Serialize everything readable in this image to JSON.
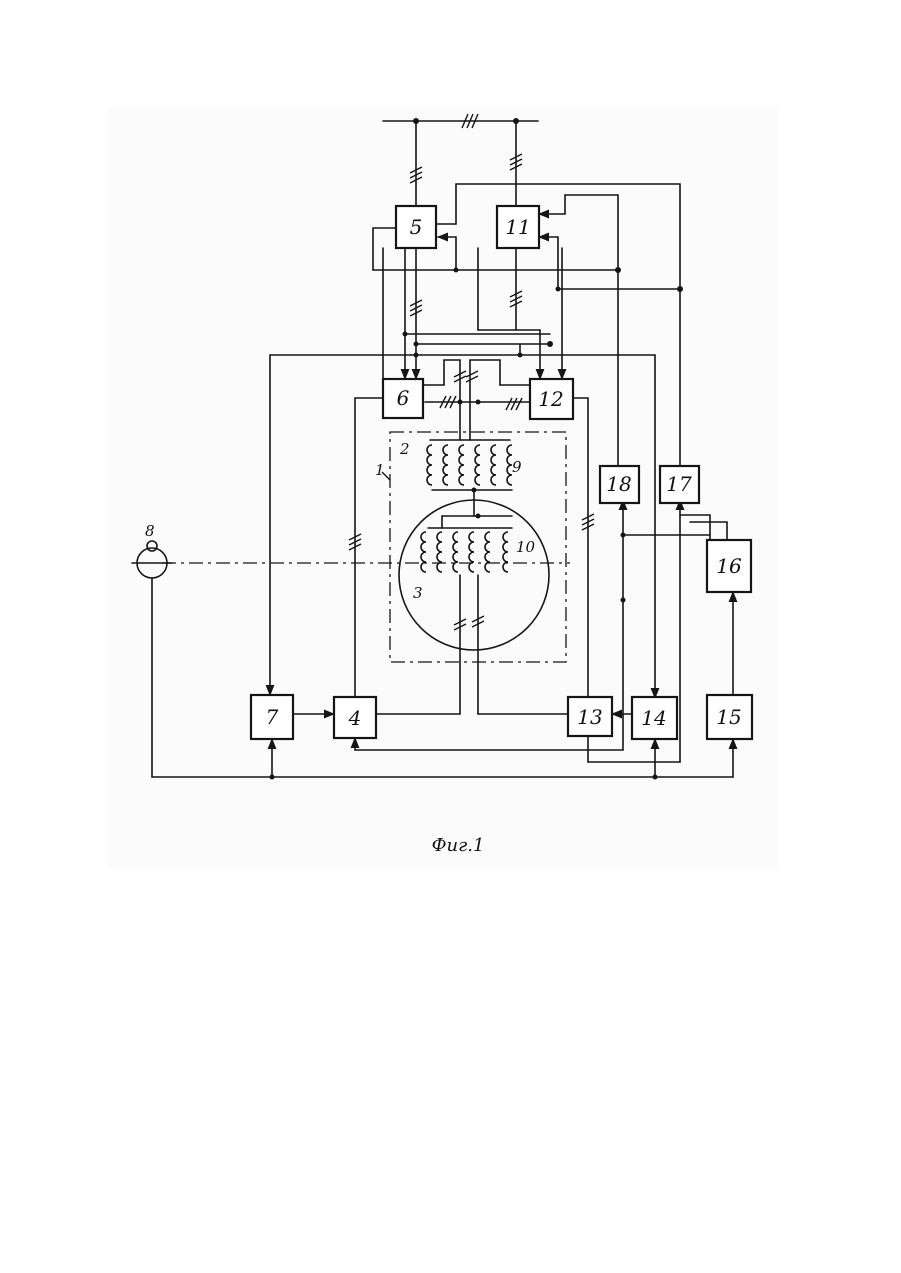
{
  "caption": "Фиг.1",
  "blocks": {
    "b4": "4",
    "b5": "5",
    "b6": "6",
    "b7": "7",
    "b11": "11",
    "b12": "12",
    "b13": "13",
    "b14": "14",
    "b15": "15",
    "b16": "16",
    "b17": "17",
    "b18": "18"
  },
  "refs": {
    "r1": "1",
    "r2": "2",
    "r3": "3",
    "r8": "8",
    "r9": "9",
    "r10": "10"
  }
}
